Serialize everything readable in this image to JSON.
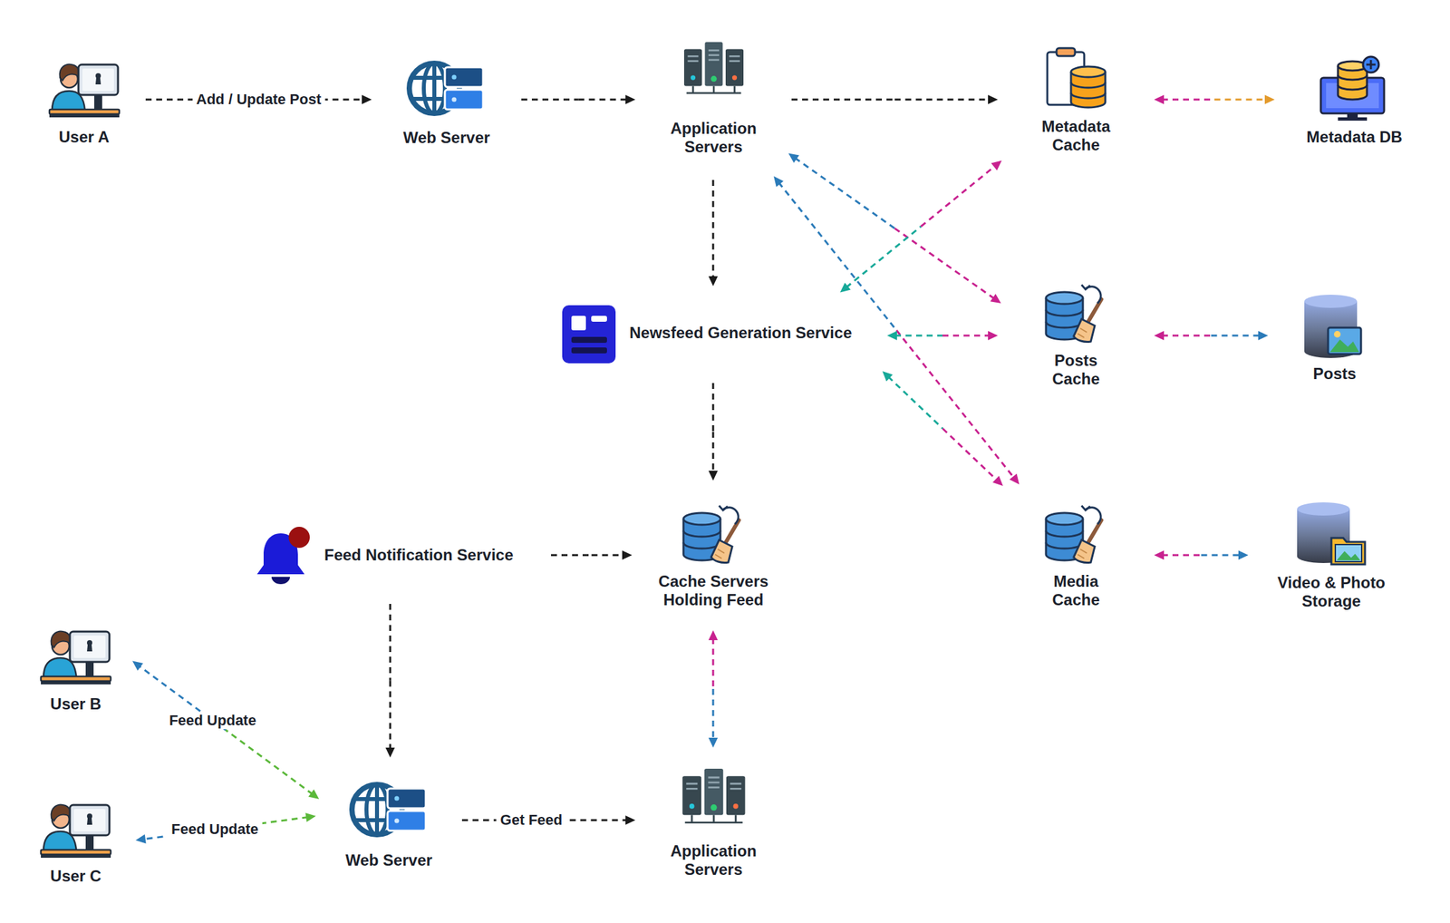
{
  "diagram": {
    "nodes": [
      {
        "text": [
          "User A"
        ]
      },
      {
        "text": [
          "Web Server"
        ]
      },
      {
        "text": [
          "Application Servers"
        ]
      },
      {
        "text": [
          "Metadata Cache"
        ]
      },
      {
        "text": [
          "Metadata DB"
        ]
      },
      {
        "text": [
          "Newsfeed Generation Service"
        ]
      },
      {
        "text": [
          "Posts Cache"
        ]
      },
      {
        "text": [
          "Posts"
        ]
      },
      {
        "text": [
          "Feed Notification Service"
        ]
      },
      {
        "text": [
          "Cache Servers Holding Feed"
        ]
      },
      {
        "text": [
          "Media Cache"
        ]
      },
      {
        "text": [
          "Video & Photo Storage"
        ]
      },
      {
        "text": [
          "User B"
        ]
      },
      {
        "text": [
          "User C"
        ]
      },
      {
        "text": [
          "Web Server"
        ]
      },
      {
        "text": [
          "Application Servers"
        ]
      }
    ],
    "edges": [
      {
        "from": 0,
        "to": 1,
        "label": "Add / Update Post",
        "arrow": "to"
      },
      {
        "from": 1,
        "to": 2,
        "arrow": "to"
      },
      {
        "from": 2,
        "to": 3,
        "arrow": "to"
      },
      {
        "from": 3,
        "to": 4,
        "arrow": "both"
      },
      {
        "from": 2,
        "to": 5,
        "arrow": "to"
      },
      {
        "from": 2,
        "to": 6,
        "arrow": "both"
      },
      {
        "from": 2,
        "to": 10,
        "arrow": "both"
      },
      {
        "from": 5,
        "to": 3,
        "arrow": "both"
      },
      {
        "from": 5,
        "to": 6,
        "arrow": "both"
      },
      {
        "from": 5,
        "to": 10,
        "arrow": "both"
      },
      {
        "from": 6,
        "to": 7,
        "arrow": "both"
      },
      {
        "from": 10,
        "to": 11,
        "arrow": "both"
      },
      {
        "from": 5,
        "to": 9,
        "arrow": "to"
      },
      {
        "from": 8,
        "to": 9,
        "arrow": "to"
      },
      {
        "from": 8,
        "to": 14,
        "arrow": "to"
      },
      {
        "from": 9,
        "to": 15,
        "arrow": "both"
      },
      {
        "from": 14,
        "to": 12,
        "label": "Feed Update",
        "arrow": "both"
      },
      {
        "from": 14,
        "to": 13,
        "label": "Feed Update",
        "arrow": "both"
      },
      {
        "from": 14,
        "to": 15,
        "label": "Get Feed",
        "arrow": "to"
      }
    ]
  }
}
